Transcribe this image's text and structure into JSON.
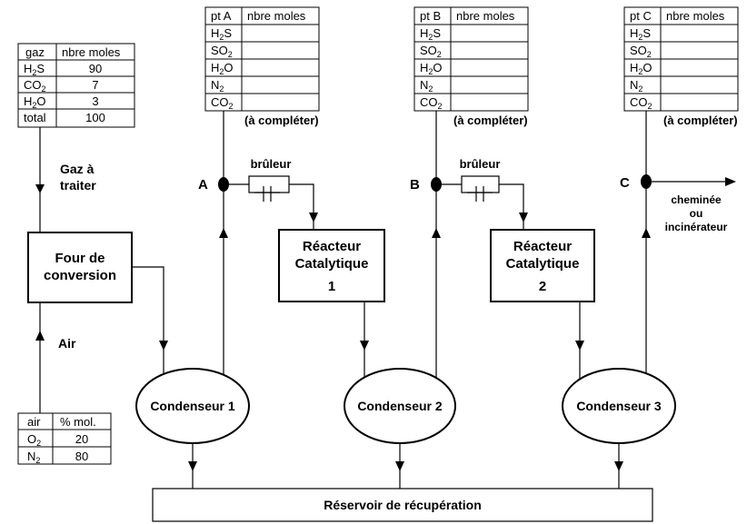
{
  "feed_table": {
    "headers": [
      "gaz",
      "nbre moles"
    ],
    "rows": [
      {
        "sp": "H",
        "sub": "2",
        "tail": "S",
        "val": "90"
      },
      {
        "sp": "CO",
        "sub": "2",
        "tail": "",
        "val": "7"
      },
      {
        "sp": "H",
        "sub": "2",
        "tail": "O",
        "val": "3"
      },
      {
        "sp": "total",
        "sub": "",
        "tail": "",
        "val": "100"
      }
    ]
  },
  "air_table": {
    "headers": [
      "air",
      "% mol."
    ],
    "rows": [
      {
        "sp": "O",
        "sub": "2",
        "tail": "",
        "val": "20"
      },
      {
        "sp": "N",
        "sub": "2",
        "tail": "",
        "val": "80"
      }
    ]
  },
  "point_tables": [
    {
      "id": "A",
      "headers": [
        "pt A",
        "nbre moles"
      ],
      "note": "(à compléter)"
    },
    {
      "id": "B",
      "headers": [
        "pt B",
        "nbre moles"
      ],
      "note": "(à compléter)"
    },
    {
      "id": "C",
      "headers": [
        "pt C",
        "nbre moles"
      ],
      "note": "(à compléter)"
    }
  ],
  "point_rows": [
    {
      "sp": "H",
      "sub": "2",
      "tail": "S"
    },
    {
      "sp": "SO",
      "sub": "2",
      "tail": ""
    },
    {
      "sp": "H",
      "sub": "2",
      "tail": "O"
    },
    {
      "sp": "N",
      "sub": "2",
      "tail": ""
    },
    {
      "sp": "CO",
      "sub": "2",
      "tail": ""
    }
  ],
  "labels": {
    "gaz_line1": "Gaz à",
    "gaz_line2": "traiter",
    "air": "Air",
    "four_line1": "Four de",
    "four_line2": "conversion",
    "bruleur": "brûleur",
    "reacteur_line1": "Réacteur",
    "reacteur_line2": "Catalytique",
    "reacteur1_num": "1",
    "reacteur2_num": "2",
    "condenseur1": "Condenseur 1",
    "condenseur2": "Condenseur 2",
    "condenseur3": "Condenseur 3",
    "reservoir": "Réservoir de récupération",
    "point_a": "A",
    "point_b": "B",
    "point_c": "C",
    "out_line1": "cheminée",
    "out_line2": "ou",
    "out_line3": "incinérateur"
  }
}
